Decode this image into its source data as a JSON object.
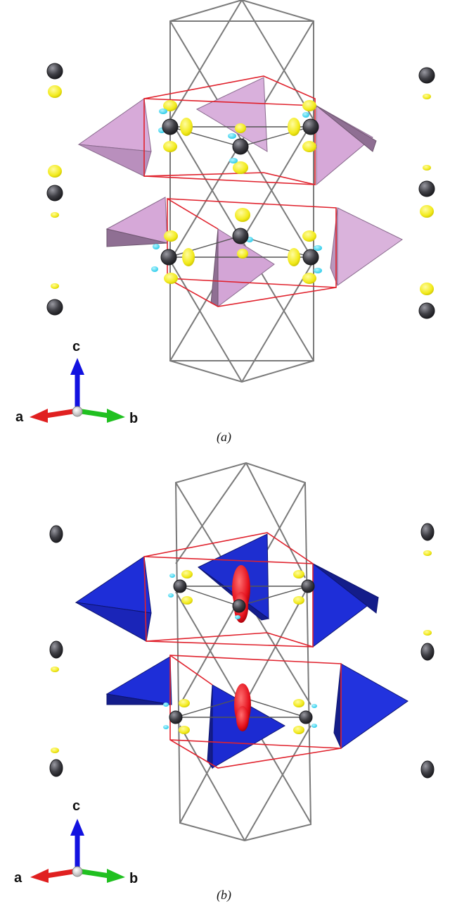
{
  "panels": [
    {
      "caption": "(a)",
      "axes": {
        "c": "c",
        "a": "a",
        "b": "b"
      },
      "polyhedron_color": "#d6a8d8",
      "polyhedron_shade": "#8f6f93"
    },
    {
      "caption": "(b)",
      "axes": {
        "c": "c",
        "a": "a",
        "b": "b"
      },
      "polyhedron_color": "#1c28d0",
      "polyhedron_shade": "#141d8a",
      "density_color": "#e4101c"
    }
  ],
  "colors": {
    "atom": "#3f3f45",
    "isosurface_positive": "#f2ea1a",
    "isosurface_negative": "#2fd7f0",
    "cell_edges": "#7a7a7a",
    "subcell_edges": "#e0222d",
    "axis_c": "#1212e0",
    "axis_a": "#e02020",
    "axis_b": "#20c020"
  }
}
